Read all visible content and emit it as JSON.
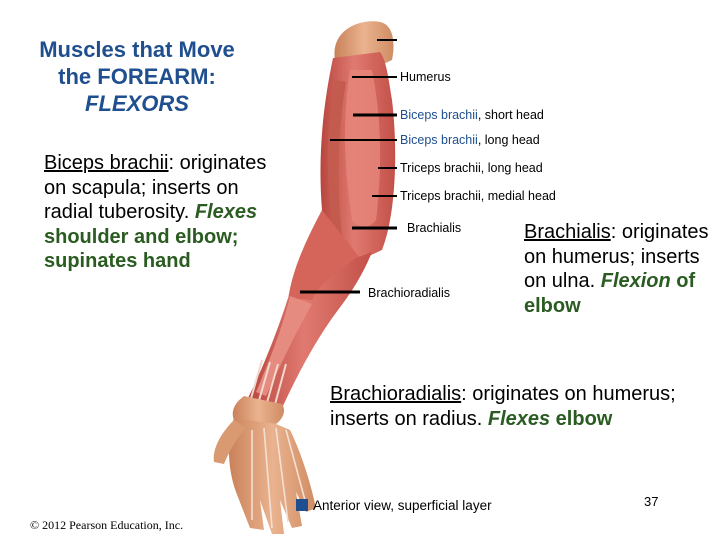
{
  "title": {
    "line1": "Muscles that Move",
    "line2": "the FOREARM:",
    "line3": "FLEXORS"
  },
  "left_block": {
    "term": "Biceps brachii",
    "colon": ":",
    "text1": " originates on scapula; inserts on radial tuberosity. ",
    "flexes_word": "Flexes",
    "text2": " shoulder and elbow; supinates hand"
  },
  "right_block": {
    "term": "Brachialis",
    "colon": ":",
    "text1": " originates on humerus; inserts on ulna. ",
    "flexion_word": "Flexion",
    "text2": " of elbow"
  },
  "bottom_block": {
    "term": "Brachioradialis",
    "text1": ": originates on humerus; inserts on radius. ",
    "flexes_word": "Flexes",
    "text2": " elbow"
  },
  "labels": {
    "humerus": "Humerus",
    "biceps_short_name": "Biceps brachii",
    "biceps_short_rest": ", short head",
    "biceps_long_name": "Biceps brachii",
    "biceps_long_rest": ", long head",
    "triceps_long": "Triceps brachii, long head",
    "triceps_medial": "Triceps brachii, medial head",
    "brachialis": "Brachialis",
    "brachioradialis": "Brachioradialis"
  },
  "figure_caption": "Anterior view, superficial layer",
  "page_number": "37",
  "copyright": "© 2012 Pearson Education, Inc.",
  "colors": {
    "title_blue": "#1f4f8f",
    "emphasis_green": "#2a5b21",
    "muscle_red": "#d9665e",
    "skin": "#e3a276"
  }
}
